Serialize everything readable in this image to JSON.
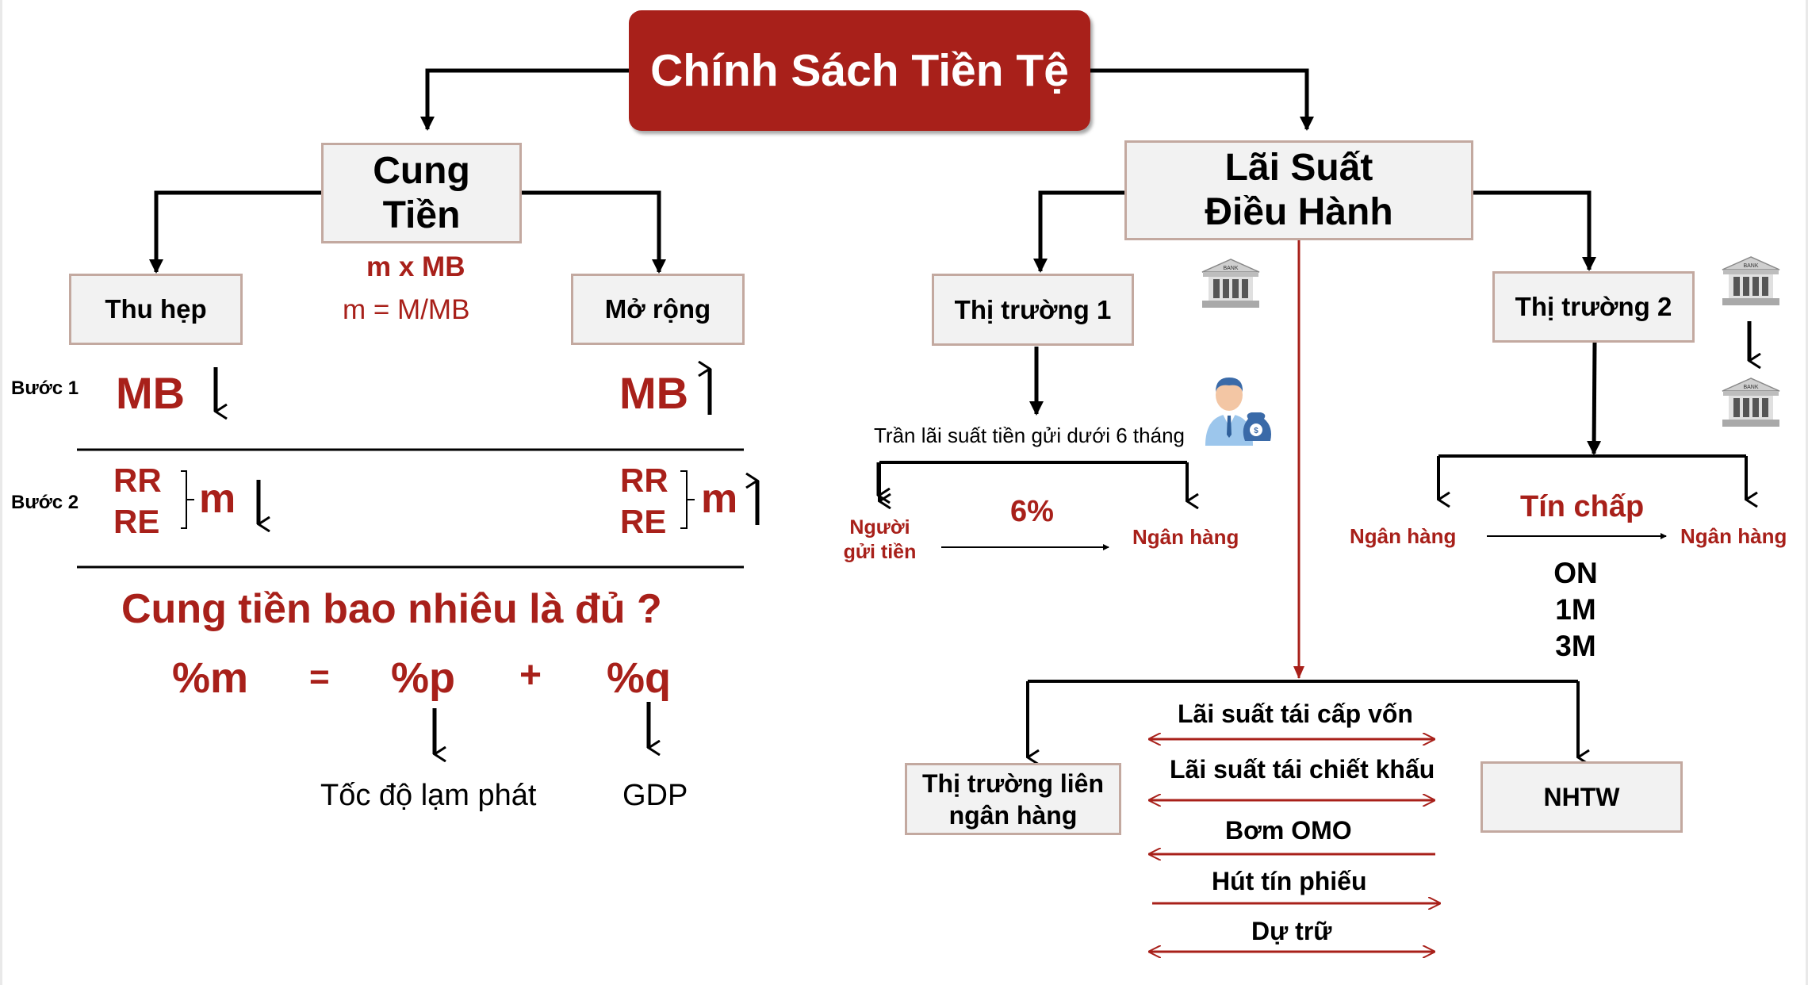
{
  "title": "Chính Sách Tiền Tệ",
  "colors": {
    "accent_red": "#a8201a",
    "box_fill": "#f2f2f2",
    "box_border": "#c3a9a0",
    "text": "#000000"
  },
  "money_supply": {
    "title_line1": "Cung",
    "title_line2": "Tiền",
    "formula1": "m x MB",
    "formula2": "m = M/MB",
    "contract_label": "Thu hẹp",
    "expand_label": "Mở rộng",
    "step1_label": "Bước 1",
    "step2_label": "Bước 2",
    "mb_label": "MB",
    "rr_label": "RR",
    "re_label": "RE",
    "m_label": "m",
    "question": "Cung tiền bao nhiêu là đủ ?",
    "eq_m": "%m",
    "eq_equals": "=",
    "eq_p": "%p",
    "eq_plus": "+",
    "eq_q": "%q",
    "inflation_label": "Tốc độ lạm phát",
    "gdp_label": "GDP"
  },
  "policy_rate": {
    "title_line1": "Lãi Suất",
    "title_line2": "Điều Hành",
    "market1_label": "Thị trường 1",
    "market2_label": "Thị trường 2",
    "deposit_cap": "Trần lãi suất tiền gửi dưới 6 tháng",
    "depositor_line1": "Người",
    "depositor_line2": "gửi tiền",
    "rate_6": "6%",
    "bank_label": "Ngân hàng",
    "unsecured": "Tín chấp",
    "terms": [
      "ON",
      "1M",
      "3M"
    ],
    "interbank_line1": "Thị trường liên",
    "interbank_line2": "ngân hàng",
    "central_bank": "NHTW",
    "bank_icon_text": "BANK",
    "tools": [
      "Lãi suất tái cấp vốn",
      "Lãi suất tái chiết khấu",
      "Bơm OMO",
      "Hút tín phiếu",
      "Dự trữ"
    ]
  }
}
